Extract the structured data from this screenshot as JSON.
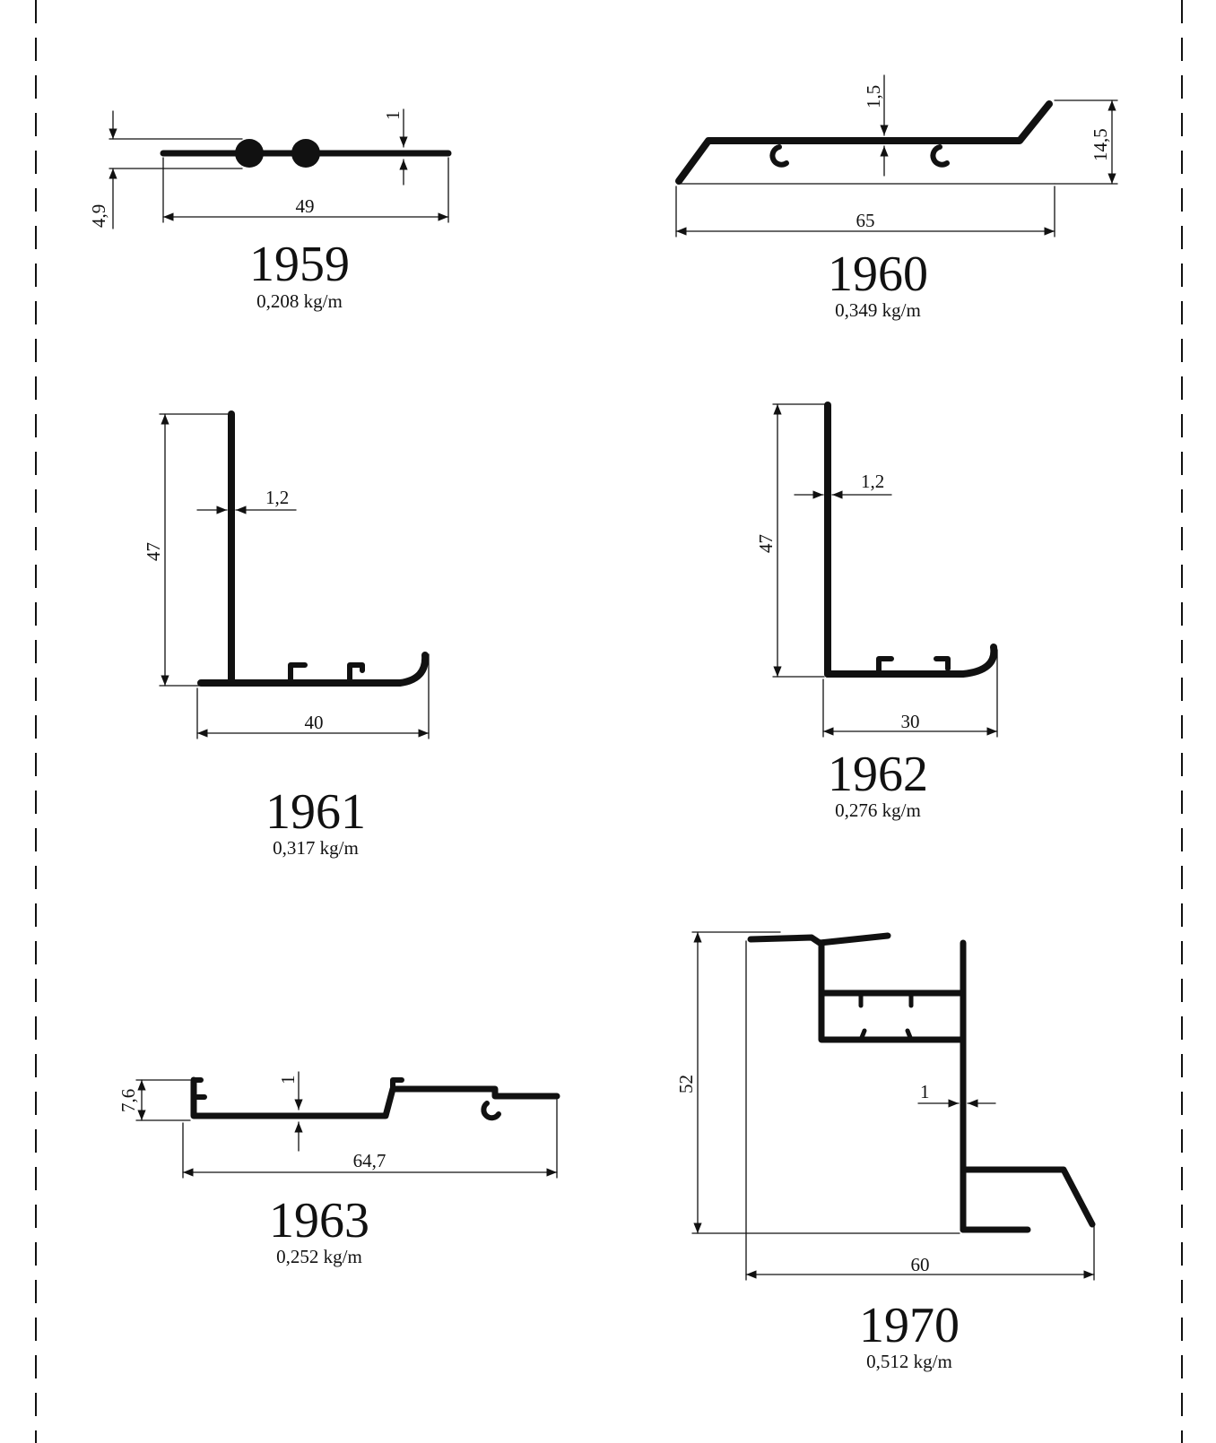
{
  "profiles": [
    {
      "code": "1959",
      "weight": "0,208 kg/m",
      "dims": {
        "length": "49",
        "height": "4,9",
        "thickness": "1"
      }
    },
    {
      "code": "1960",
      "weight": "0,349 kg/m",
      "dims": {
        "length": "65",
        "height": "14,5",
        "thickness": "1,5"
      }
    },
    {
      "code": "1961",
      "weight": "0,317 kg/m",
      "dims": {
        "length": "40",
        "height": "47",
        "thickness": "1,2"
      }
    },
    {
      "code": "1962",
      "weight": "0,276 kg/m",
      "dims": {
        "length": "30",
        "height": "47",
        "thickness": "1,2"
      }
    },
    {
      "code": "1963",
      "weight": "0,252 kg/m",
      "dims": {
        "length": "64,7",
        "height": "7,6",
        "thickness": "1"
      }
    },
    {
      "code": "1970",
      "weight": "0,512 kg/m",
      "dims": {
        "length": "60",
        "height": "52",
        "thickness": "1"
      }
    }
  ]
}
